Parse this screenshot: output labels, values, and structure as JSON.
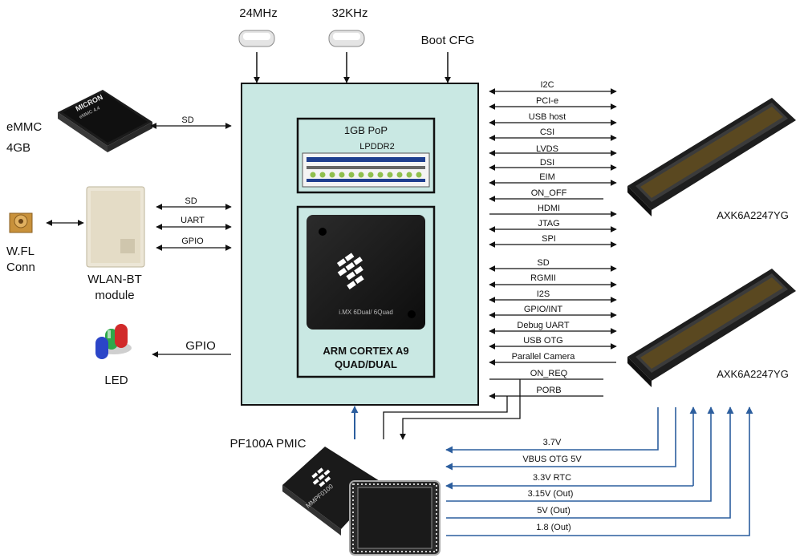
{
  "crystals": {
    "crystal_24": "24MHz",
    "crystal_32": "32KHz"
  },
  "boot_cfg": "Boot CFG",
  "emmc": {
    "line1": "eMMC",
    "line2": "4GB",
    "chip_brand": "MICRON",
    "chip_sub": "eMMC 4.4"
  },
  "sd_left": "SD",
  "wlan": {
    "signals": [
      "SD",
      "UART",
      "GPIO"
    ],
    "label1": "WLAN-BT",
    "label2": "module"
  },
  "wfl": {
    "line1": "W.FL",
    "line2": "Conn"
  },
  "led": {
    "label": "LED",
    "signal": "GPIO"
  },
  "pop": {
    "title": "1GB PoP",
    "subtitle": "LPDDR2"
  },
  "cpu": {
    "chip_marking": "i.MX 6Dual/ 6Quad",
    "line1": "ARM CORTEX A9",
    "line2": "QUAD/DUAL"
  },
  "connector_labels": [
    "AXK6A2247YG",
    "AXK6A2247YG"
  ],
  "signals_top": [
    "I2C",
    "PCI-e",
    "USB host",
    "CSI",
    "LVDS",
    "DSI",
    "EIM",
    "ON_OFF",
    "HDMI",
    "JTAG",
    "SPI"
  ],
  "signals_bottom": [
    "SD",
    "RGMII",
    "I2S",
    "GPIO/INT",
    "Debug UART",
    "USB OTG",
    "Parallel Camera",
    "ON_REQ",
    "PORB"
  ],
  "pmic": {
    "label": "PF100A PMIC",
    "chip_marking": "MMPF0100"
  },
  "power_rails": [
    "3.7V",
    "VBUS OTG 5V",
    "3.3V RTC",
    "3.15V (Out)",
    "5V (Out)",
    "1.8 (Out)"
  ],
  "colors": {
    "soc_fill": "#c9e8e3",
    "power_arrow": "#2c5e9e",
    "signal_arrow": "#111111"
  }
}
